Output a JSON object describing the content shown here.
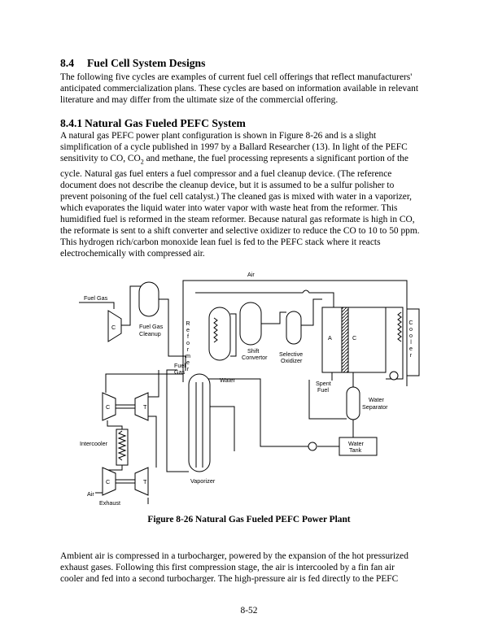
{
  "section": {
    "number": "8.4",
    "title": "Fuel Cell System Designs"
  },
  "intro_lines": [
    "The following five cycles are examples of current fuel cell offerings that reflect manufacturers'",
    "anticipated commercialization plans.  These cycles are based on information available in relevant",
    "literature and may differ from the ultimate size of the commercial offering."
  ],
  "subsection": {
    "number": "8.4.1",
    "title": "Natural Gas Fueled PEFC System"
  },
  "body_lines": [
    "A natural gas PEFC power plant configuration is shown in Figure 8-26 and is a slight",
    "simplification of a cycle published in 1997 by a Ballard Researcher (13).  In light of the PEFC",
    [
      "sensitivity to CO, CO",
      "2",
      " and methane, the fuel processing represents a significant portion of the"
    ],
    "cycle.  Natural gas fuel enters a fuel compressor and a fuel cleanup device.  (The reference",
    "document does not describe the cleanup device, but it is assumed to be a sulfur polisher to",
    "prevent poisoning of the fuel cell catalyst.)  The cleaned gas is mixed with water in a vaporizer,",
    "which evaporates the liquid water into water vapor with waste heat from the reformer.  This",
    "humidified fuel is reformed in the steam reformer.  Because natural gas reformate is high in CO,",
    "the reformate is sent to a shift converter and selective oxidizer to reduce the CO to 10 to 50 ppm.",
    "This hydrogen rich/carbon monoxide lean fuel is fed to the PEFC stack where it reacts",
    "electrochemically with compressed air."
  ],
  "figure": {
    "caption": "Figure 8-26  Natural Gas Fueled PEFC Power Plant",
    "labels": {
      "air_top": "Air",
      "fuel_gas_in": "Fuel Gas",
      "compressor_c": "C",
      "fuel_gas_cleanup_1": "Fuel Gas",
      "fuel_gas_cleanup_2": "Cleanup",
      "reformer": "Reformer",
      "fuel_gas_mid_1": "Fuel",
      "fuel_gas_mid_2": "Gas",
      "water": "Water",
      "shift_1": "Shift",
      "shift_2": "Convertor",
      "selective_1": "Selective",
      "selective_2": "Oxidizer",
      "anode": "A",
      "cathode": "C",
      "cooler": "Cooler",
      "spent_1": "Spent",
      "spent_2": "Fuel",
      "water_sep_1": "Water",
      "water_sep_2": "Separator",
      "water_tank_1": "Water",
      "water_tank_2": "Tank",
      "turbo_c1": "C",
      "turbo_t1": "T",
      "intercooler": "Intercooler",
      "turbo_c2": "C",
      "turbo_t2": "T",
      "vaporizer": "Vaporizer",
      "air_in": "Air",
      "exhaust": "Exhaust"
    }
  },
  "closing_lines": [
    "Ambient air is compressed in a turbocharger, powered by the expansion of the hot pressurized",
    "exhaust gases.  Following this first compression stage, the air is intercooled by a fin fan air",
    "cooler and fed into a second turbocharger.  The high-pressure air is fed directly to the PEFC"
  ],
  "page_number": "8-52"
}
